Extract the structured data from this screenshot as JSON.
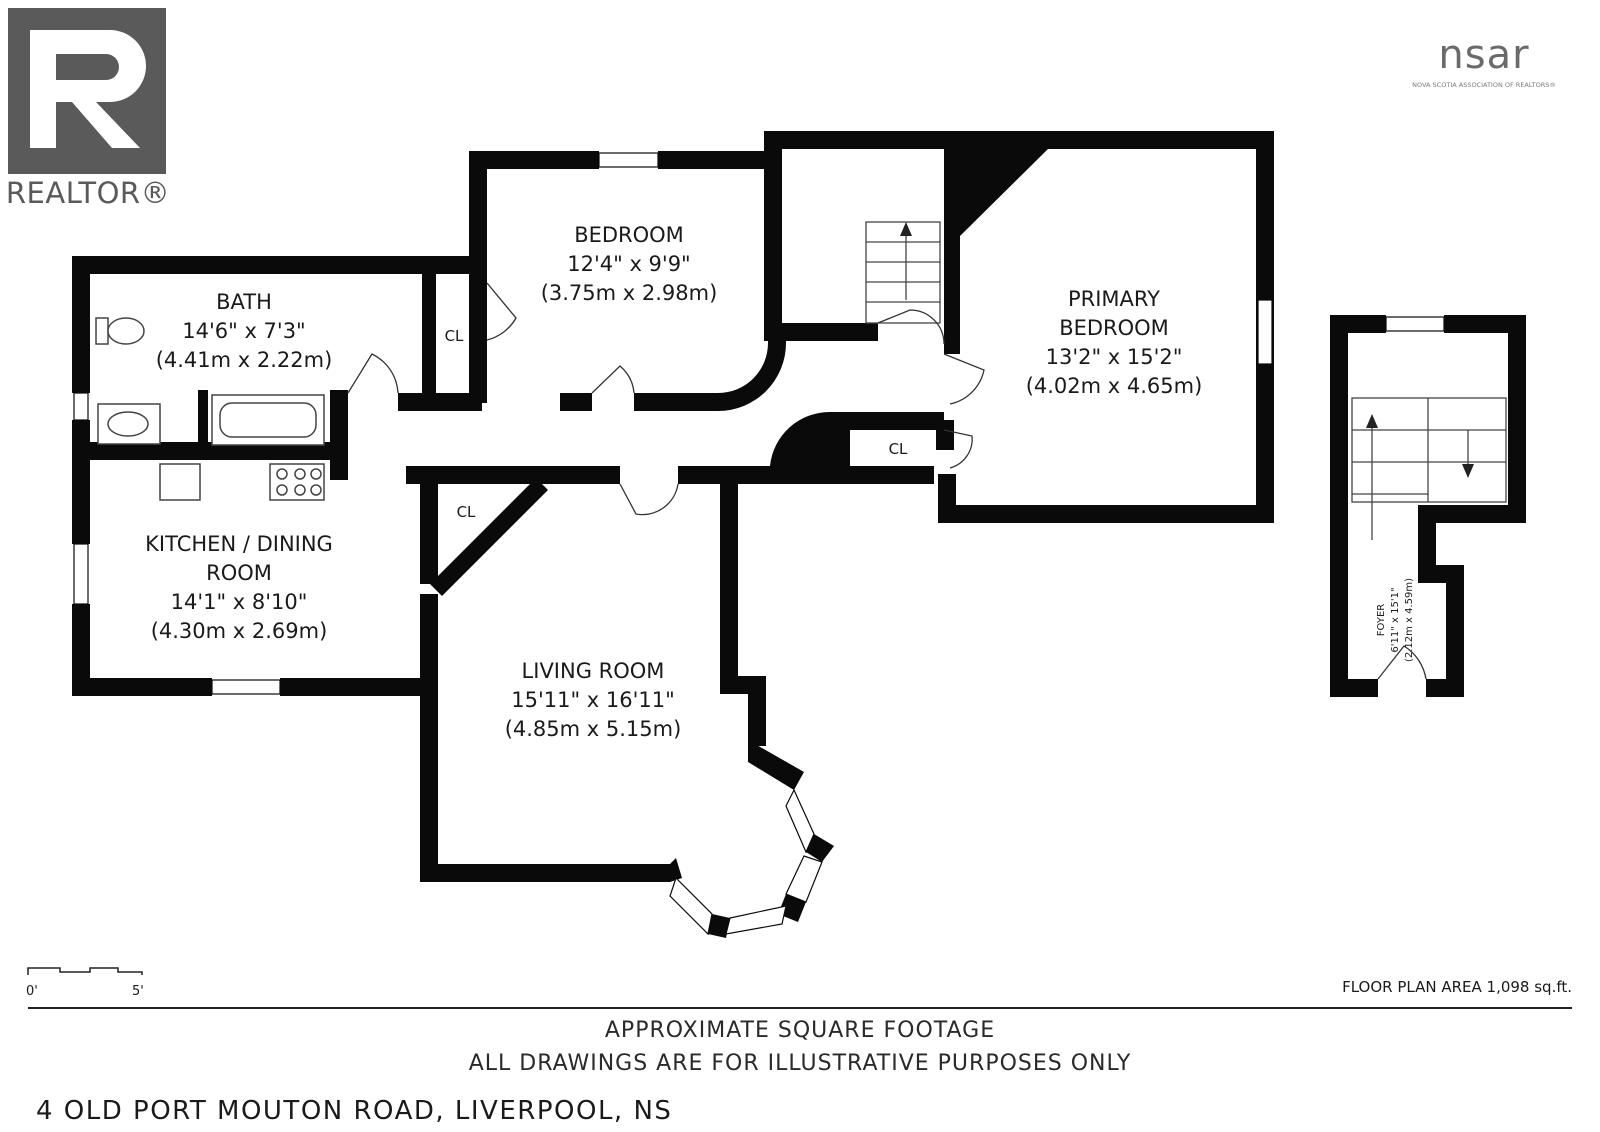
{
  "logos": {
    "realtor_text": "REALTOR®",
    "nsar_text": "nsar",
    "nsar_subtext": "NOVA SCOTIA ASSOCIATION OF REALTORS®"
  },
  "rooms": {
    "bedroom": {
      "name": "BEDROOM",
      "imperial": "12'4\" x 9'9\"",
      "metric": "(3.75m x 2.98m)"
    },
    "bath": {
      "name": "BATH",
      "imperial": "14'6\" x 7'3\"",
      "metric": "(4.41m x 2.22m)"
    },
    "primary_bedroom": {
      "name_line1": "PRIMARY",
      "name_line2": "BEDROOM",
      "imperial": "13'2\" x 15'2\"",
      "metric": "(4.02m x 4.65m)"
    },
    "kitchen": {
      "name_line1": "KITCHEN / DINING",
      "name_line2": "ROOM",
      "imperial": "14'1\" x 8'10\"",
      "metric": "(4.30m x 2.69m)"
    },
    "living_room": {
      "name": "LIVING ROOM",
      "imperial": "15'11\" x 16'11\"",
      "metric": "(4.85m x 5.15m)"
    },
    "foyer": {
      "name": "FOYER",
      "imperial": "6'11\" x 15'1\"",
      "metric": "(2.12m x 4.59m)"
    },
    "closet_label": "CL"
  },
  "scale": {
    "start": "0'",
    "end": "5'"
  },
  "floor_plan_area": "FLOOR PLAN AREA  1,098 sq.ft.",
  "footer": {
    "line1": "APPROXIMATE SQUARE FOOTAGE",
    "line2": "ALL DRAWINGS ARE FOR ILLUSTRATIVE PURPOSES ONLY"
  },
  "address": "4 OLD PORT MOUTON ROAD, LIVERPOOL, NS"
}
